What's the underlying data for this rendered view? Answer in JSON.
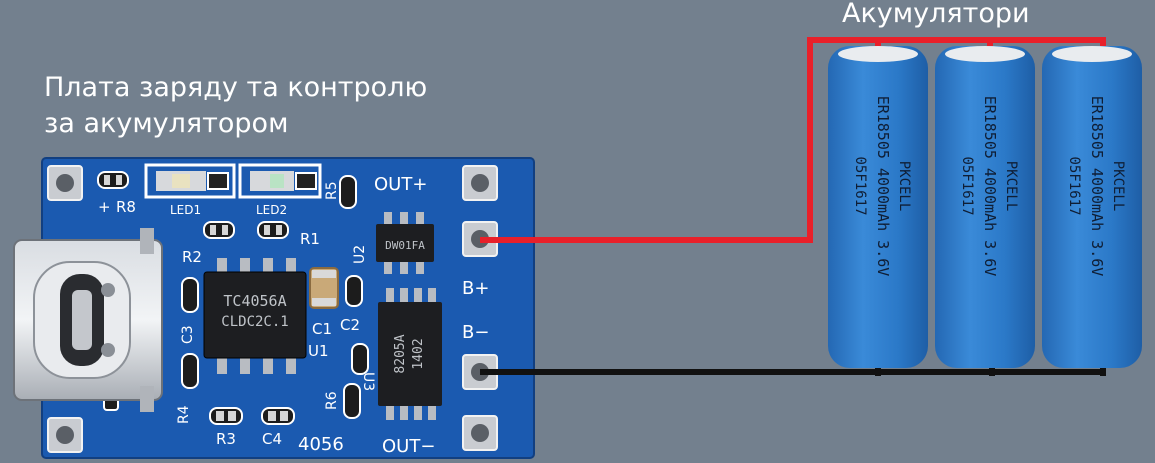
{
  "captions": {
    "board_line1": "Плата заряду та контролю",
    "board_line2": "за акумулятором",
    "batteries": "Акумулятори"
  },
  "board": {
    "chip_main": [
      "TC4056A",
      "CLDC2C.1"
    ],
    "chip_u2": "DW01FA",
    "chip_u3": [
      "8205A",
      "1402"
    ],
    "model": "4056",
    "pads": {
      "out_plus": "OUT+",
      "b_plus": "B+",
      "b_minus": "B−",
      "out_minus": "OUT−"
    },
    "labels": {
      "plus": "+",
      "r8": "R8",
      "led1": "LED1",
      "led2": "LED2",
      "r5": "R5",
      "r2": "R2",
      "r1": "R1",
      "u2": "U2",
      "c3": "C3",
      "c1": "C1",
      "c2": "C2",
      "u1": "U1",
      "u3": "U3",
      "r4": "R4",
      "r6": "R6",
      "r3": "R3",
      "c4": "C4"
    }
  },
  "battery": {
    "lines": [
      "ER18505",
      "4000mAh",
      "3.6V"
    ],
    "brand": "PKCELL",
    "code": "05F1617",
    "count": 3
  },
  "colors": {
    "background": "#73808e",
    "pcb": "#1b5ab0",
    "battery": "#2c7ac9",
    "wire_positive": "#e8202a",
    "wire_negative": "#111111"
  }
}
